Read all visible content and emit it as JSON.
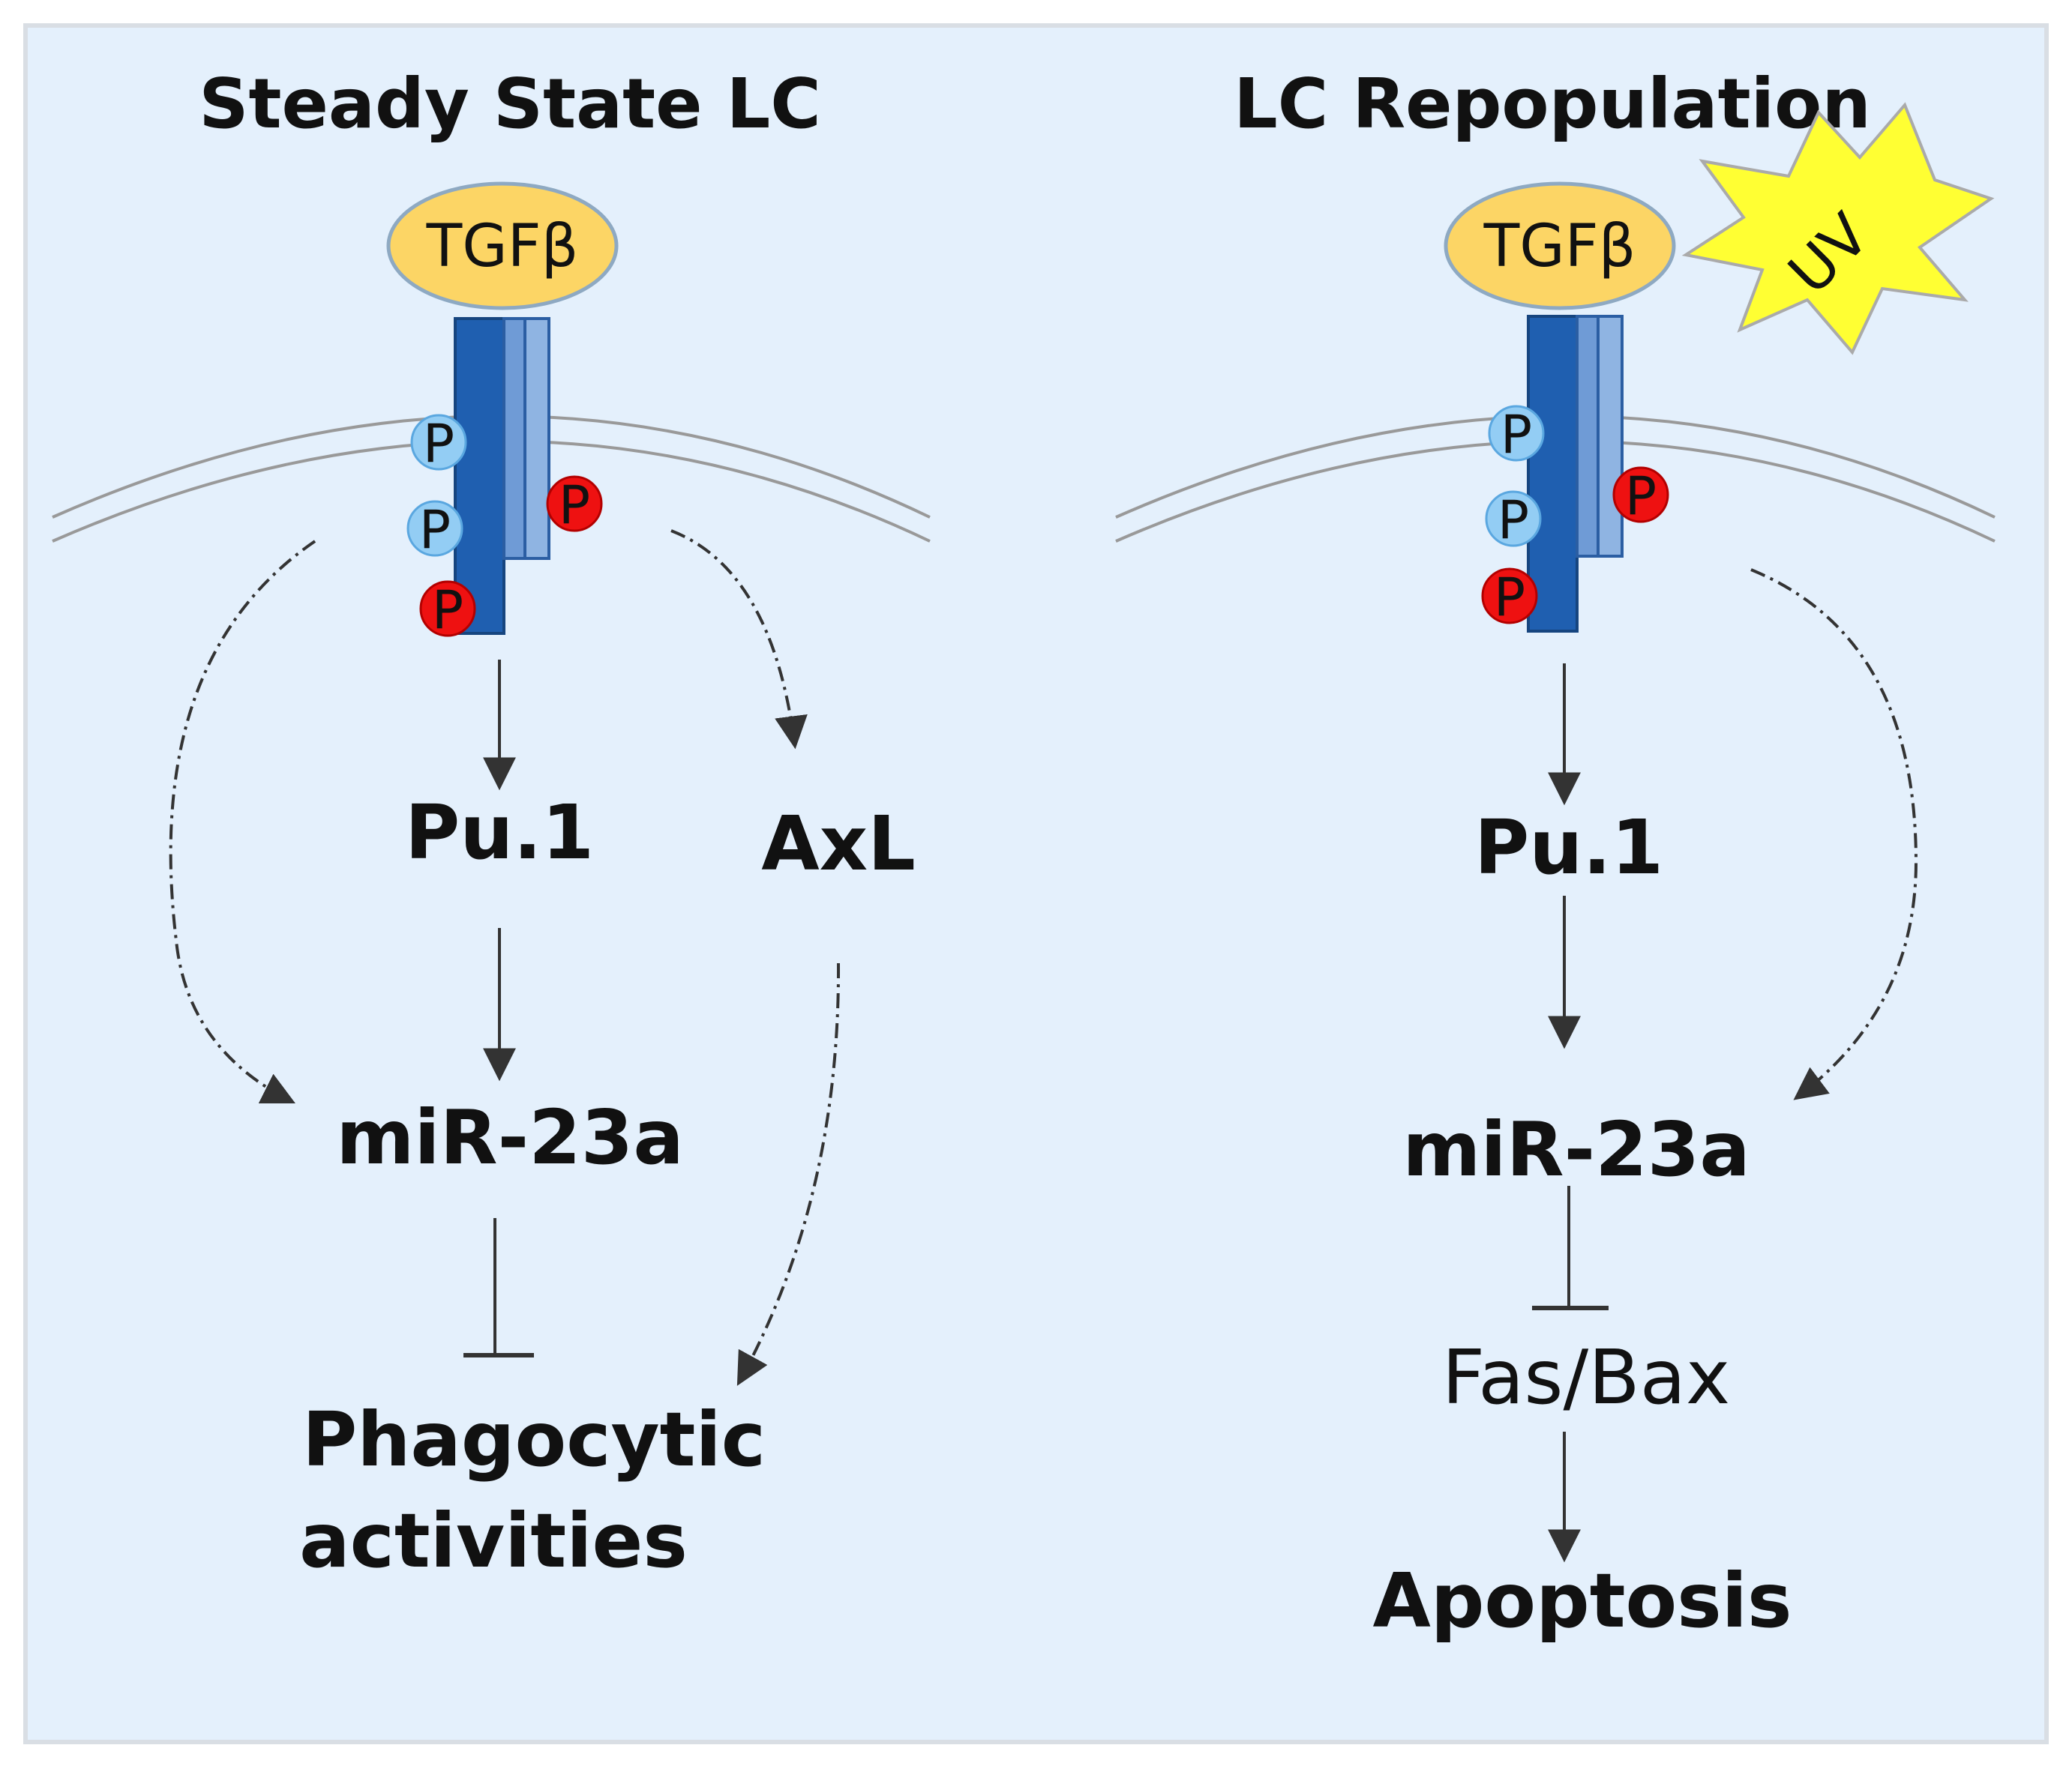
{
  "panels": [
    {
      "title": "Steady State LC",
      "ligand": "TGFβ",
      "phospho": [
        "P",
        "P",
        "P",
        "P"
      ],
      "nodes": {
        "pu1": "Pu.1",
        "axl": "AxL",
        "mir": "miR-23a",
        "outcome_line1": "Phagocytic",
        "outcome_line2": "activities"
      }
    },
    {
      "title": "LC Repopulation",
      "ligand": "TGFβ",
      "stimulus": "UV",
      "phospho": [
        "P",
        "P",
        "P",
        "P"
      ],
      "nodes": {
        "pu1": "Pu.1",
        "mir": "miR-23a",
        "target": "Fas/Bax",
        "outcome": "Apoptosis"
      }
    }
  ],
  "colors": {
    "background": "#e4f0fc",
    "border": "#d9dee4",
    "ligand_fill": "#fcd565",
    "ligand_stroke": "#8ea9c2",
    "receptor_dark": "#1f5fb0",
    "receptor_light": "#8fb4e2",
    "phospho_blue": "#93cdf4",
    "phospho_red": "#ee1111",
    "uv_fill": "#ffff33",
    "arrow": "#333333"
  }
}
